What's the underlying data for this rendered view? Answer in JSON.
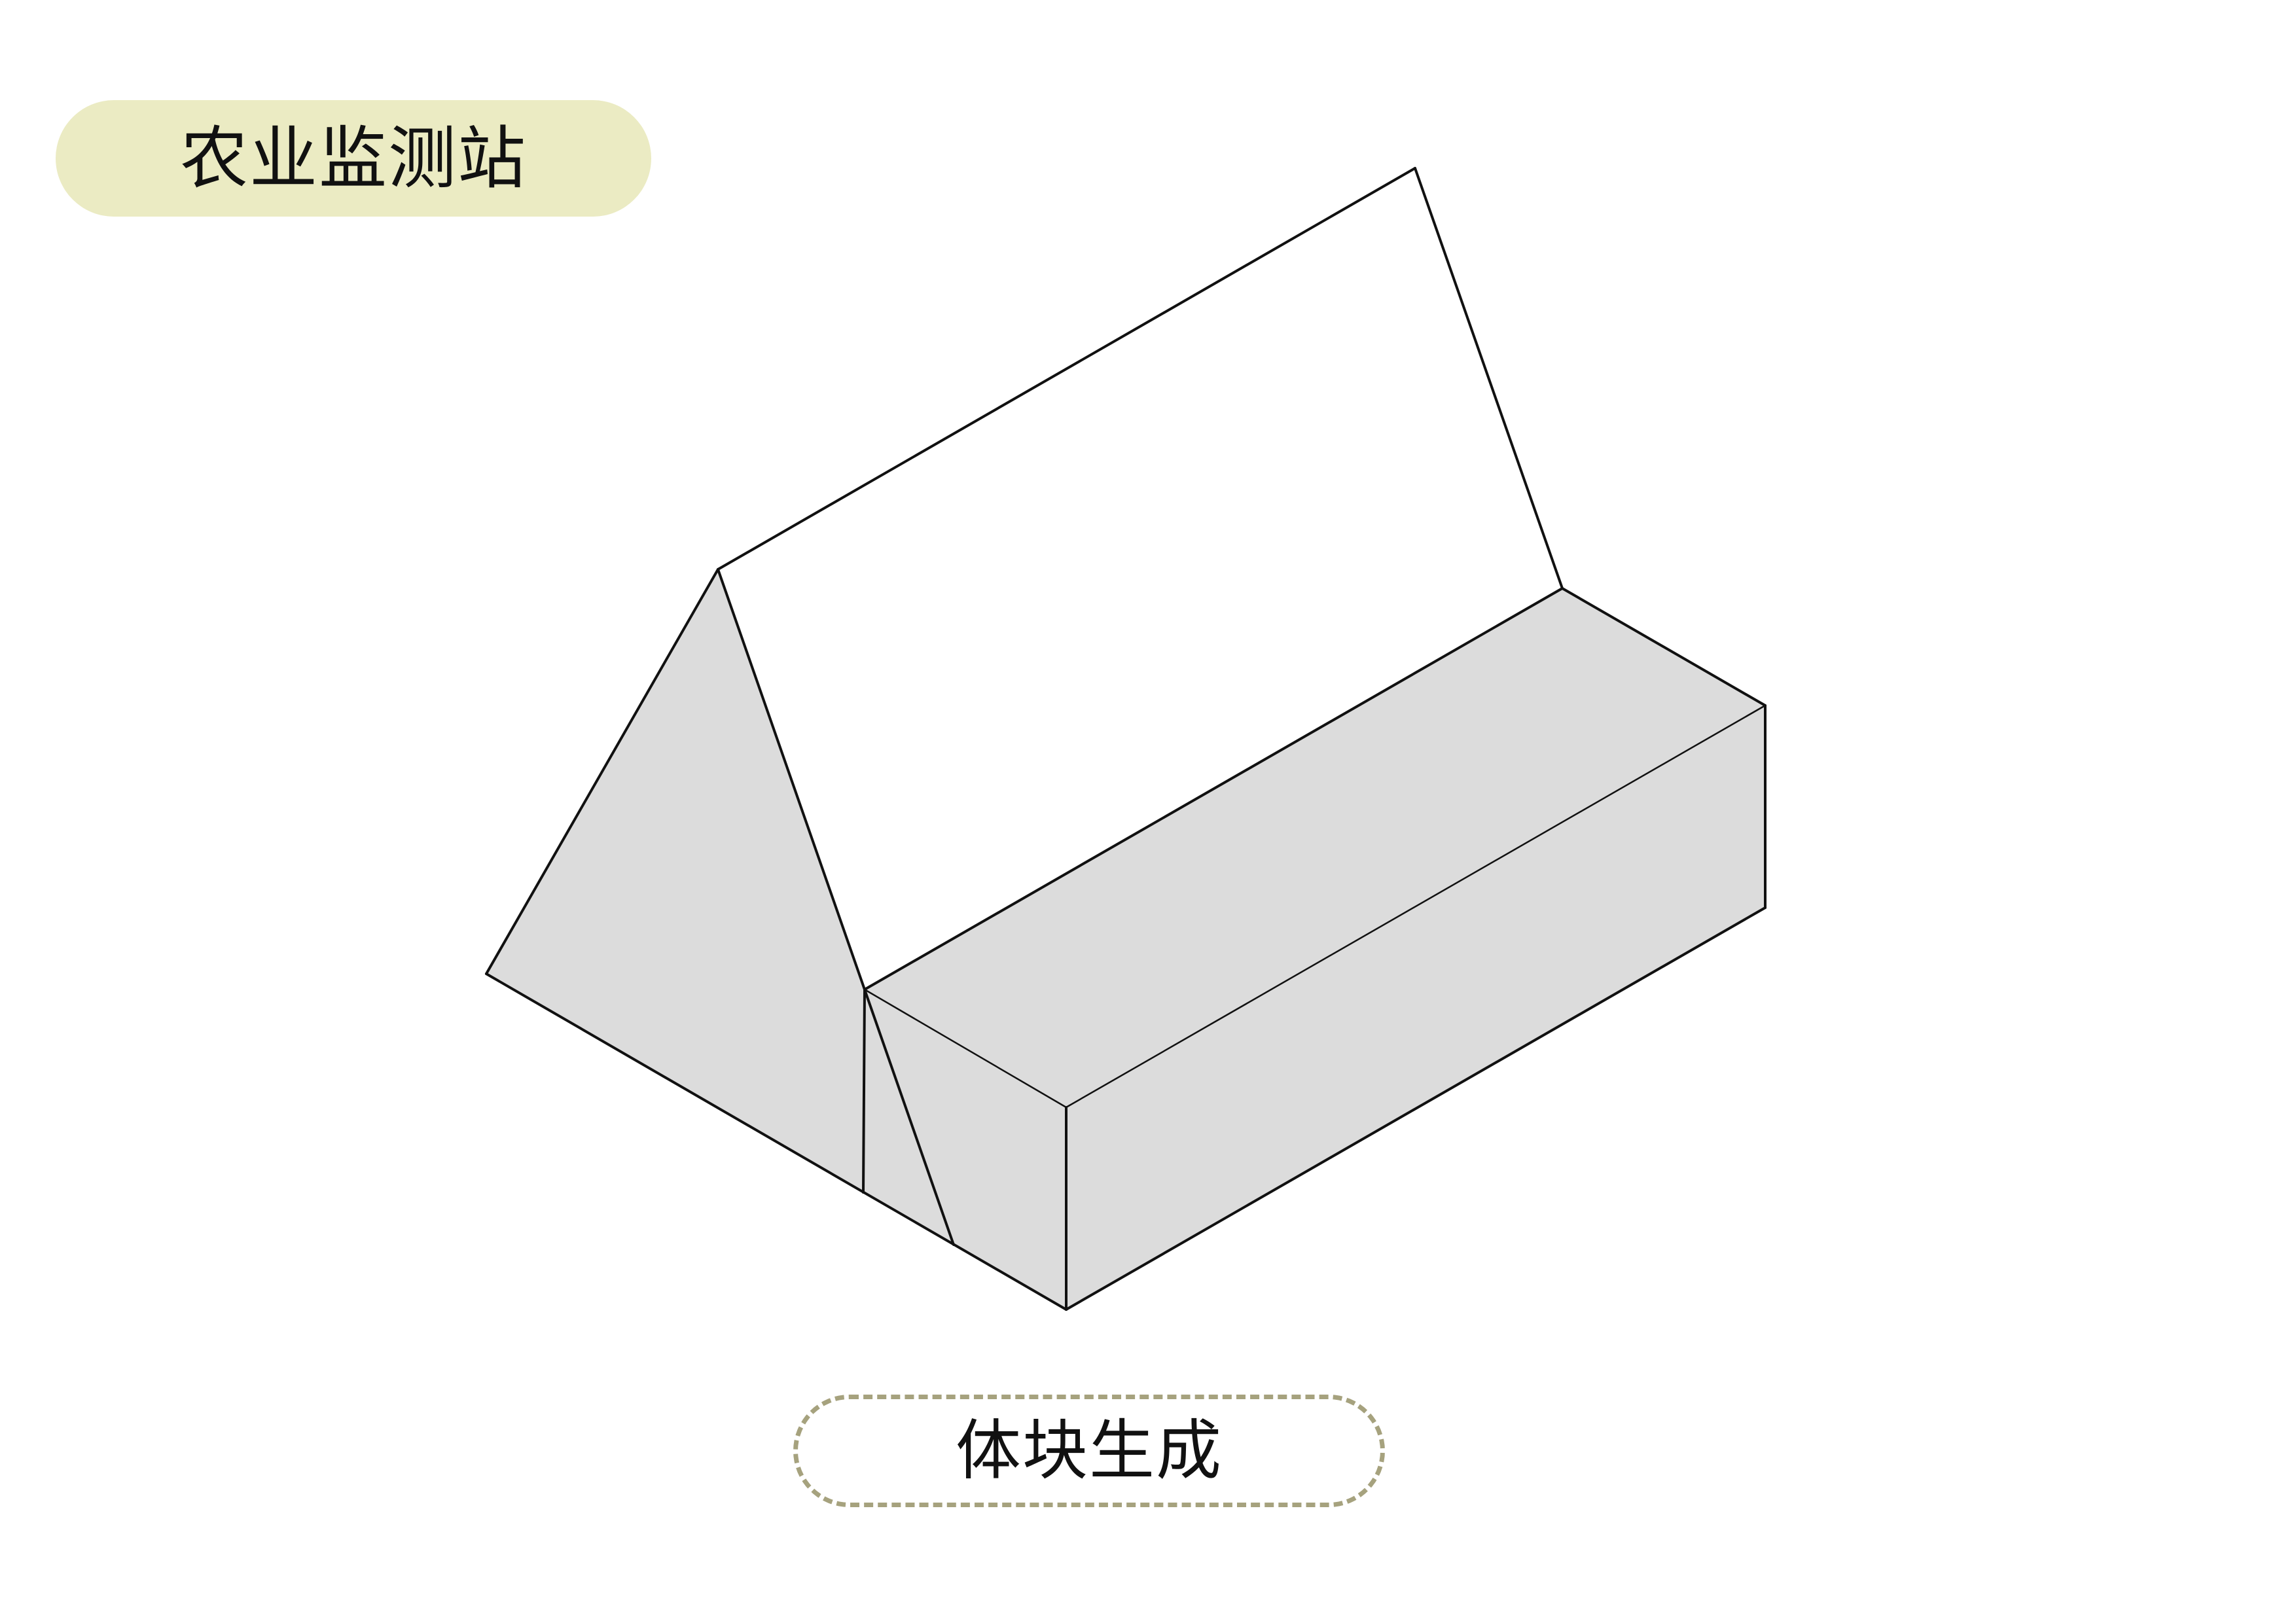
{
  "title": {
    "text": "农业监测站",
    "background": "#EBEBC3"
  },
  "caption": {
    "text": "体块生成",
    "border_color": "#A6A27E"
  },
  "drawing": {
    "subject": "isometric-massing-model",
    "face_fill": "#DCDCDC",
    "open_face_fill": "#FFFFFF",
    "line_color": "#111111"
  }
}
